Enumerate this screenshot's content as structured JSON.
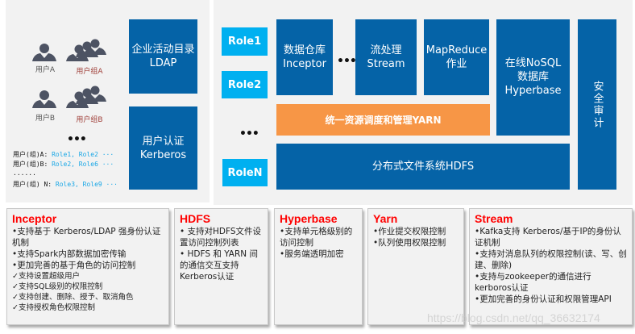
{
  "users": {
    "user_a": "用户A",
    "group_a": "用户组A",
    "user_b": "用户B",
    "group_b": "用户组B",
    "ellipsis": "•••"
  },
  "mappings": [
    {
      "who": "用户(组)A:",
      "roles": "Role1, Role2 ···"
    },
    {
      "who": "用户(组)B:",
      "roles": "Role2, Role6 ···"
    },
    {
      "who": "······",
      "roles": ""
    },
    {
      "who": "用户(组) N:",
      "roles": "Role3, Role9 ···"
    }
  ],
  "ldap": {
    "line1": "企业活动目录",
    "line2": "LDAP"
  },
  "kerberos": {
    "line1": "用户认证",
    "line2": "Kerberos"
  },
  "roles": [
    "Role1",
    "Role2",
    "RoleN"
  ],
  "roles_ellipsis": "•••",
  "components": {
    "inceptor": {
      "line1": "数据仓库",
      "line2": "Inceptor"
    },
    "ellipsis": "•••",
    "stream": {
      "line1": "流处理",
      "line2": "Stream"
    },
    "mapreduce": {
      "line1": "MapReduce",
      "line2": "作业"
    },
    "hyperbase": {
      "line1": "在线NoSQL",
      "line2": "数据库",
      "line3": "Hyperbase"
    },
    "audit": "安全审计",
    "yarn": "统一资源调度和管理YARN",
    "hdfs": "分布式文件系统HDFS"
  },
  "cards": [
    {
      "title": "Inceptor",
      "items": [
        "•支持基于 Kerberos/LDAP 强身份认证机制",
        "•支持Spark内部数据加密传输",
        "•更加完善的基于角色的访问控制"
      ],
      "subitems": [
        "✓支持设置超级用户",
        "✓支持SQL级别的权限控制",
        "✓支持创建、删除、授予、取消角色",
        "✓支持授权角色权限控制"
      ]
    },
    {
      "title": "HDFS",
      "items": [
        "• 支持对HDFS文件设置访问控制列表",
        "• HDFS 和 YARN 间的通信交互支持Kerberos认证"
      ]
    },
    {
      "title": "Hyperbase",
      "items": [
        "•支持单元格级别的访问控制",
        "•服务端透明加密"
      ]
    },
    {
      "title": "Yarn",
      "items": [
        "•作业提交权限控制",
        "•队列使用权限控制"
      ]
    },
    {
      "title": "Stream",
      "items": [
        "•Kafka支持 Kerberos/基于IP的身份认证机制",
        "•支持对消息队列的权限控制(读、写、创建、删除)",
        "•支持与zookeeper的通信进行kerboros认证",
        "•更加完善的身份认证和权限管理API"
      ]
    }
  ],
  "watermark": "https://blog.csdn.net/qq_36632174",
  "colors": {
    "blue": "#0563a7",
    "role": "#00b0f0",
    "orange": "#f79646",
    "title_red": "#ff0000"
  }
}
